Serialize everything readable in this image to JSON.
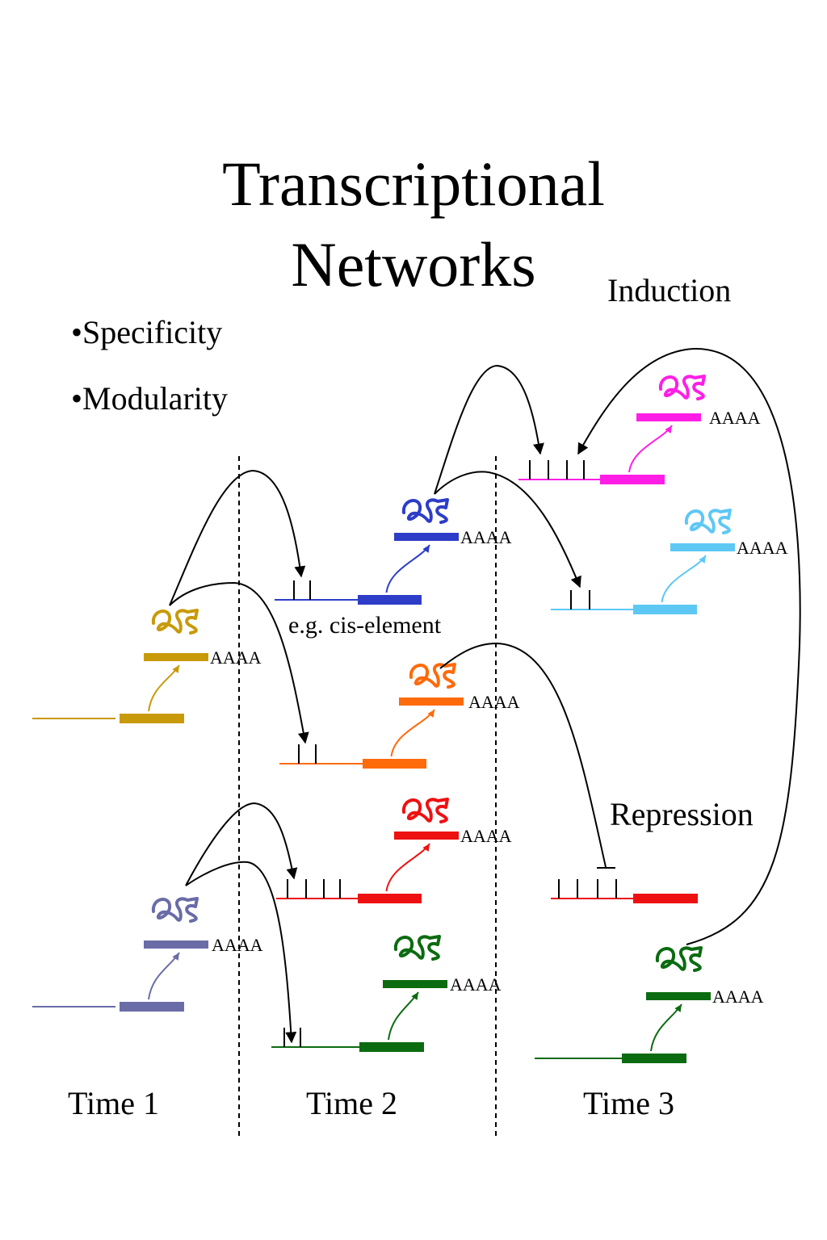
{
  "title": {
    "line1": "Transcriptional",
    "line2": "Networks"
  },
  "bullets": [
    "•Specificity",
    "•Modularity"
  ],
  "labels": {
    "induction": "Induction",
    "repression": "Repression",
    "cis_element": "e.g. cis-element",
    "polya": "AAAA"
  },
  "time_labels": [
    "Time 1",
    "Time 2",
    "Time 3"
  ],
  "colors": {
    "gold": "#c89a0a",
    "slate": "#6a6ca8",
    "blue": "#2d3dc8",
    "orange": "#ff6a0a",
    "red": "#ee1111",
    "green": "#0b6b10",
    "magenta": "#ff1ee6",
    "cyan": "#5ec8f5"
  },
  "icons": [
    "protein-squiggle-icon",
    "activation-arrow-icon",
    "repression-bar-icon"
  ]
}
